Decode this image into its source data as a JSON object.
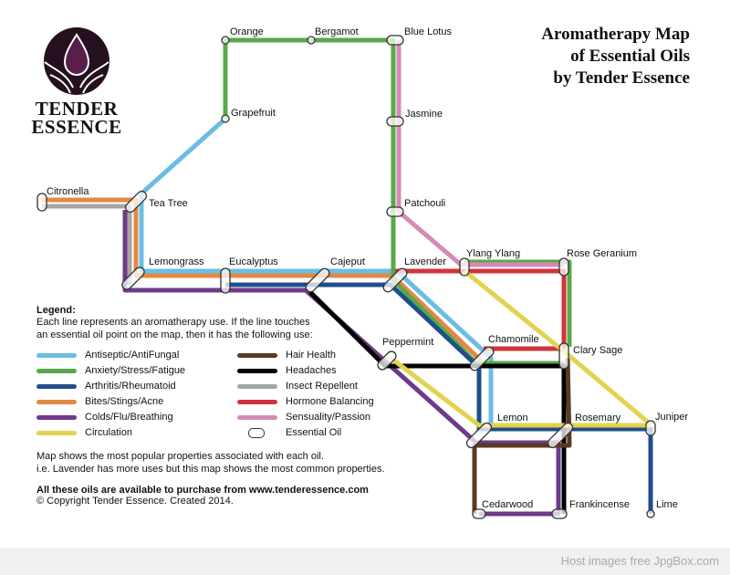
{
  "title": {
    "line1": "Aromatherapy Map",
    "line2": "of Essential Oils",
    "line3": "by Tender Essence"
  },
  "logo": {
    "line1": "TENDER",
    "line2": "ESSENCE"
  },
  "stations": {
    "orange": "Orange",
    "bergamot": "Bergamot",
    "blue_lotus": "Blue Lotus",
    "grapefruit": "Grapefruit",
    "jasmine": "Jasmine",
    "patchouli": "Patchouli",
    "citronella": "Citronella",
    "tea_tree": "Tea Tree",
    "lemongrass": "Lemongrass",
    "eucalyptus": "Eucalyptus",
    "cajeput": "Cajeput",
    "lavender": "Lavender",
    "ylang_ylang": "Ylang Ylang",
    "rose_geranium": "Rose Geranium",
    "chamomile": "Chamomile",
    "clary_sage": "Clary Sage",
    "peppermint": "Peppermint",
    "lemon": "Lemon",
    "rosemary": "Rosemary",
    "juniper": "Juniper",
    "cedarwood": "Cedarwood",
    "frankincense": "Frankincense",
    "lime": "Lime"
  },
  "legend": {
    "heading": "Legend:",
    "desc1": "Each line represents an aromatherapy use. If the line touches",
    "desc2": "an essential oil point on the map,  then it has the following use:",
    "items": [
      {
        "label": "Antiseptic/AntiFungal",
        "color": "#6bbde3"
      },
      {
        "label": "Hair Health",
        "color": "#5a3a22"
      },
      {
        "label": "Anxiety/Stress/Fatigue",
        "color": "#5aa84a"
      },
      {
        "label": "Headaches",
        "color": "#000000"
      },
      {
        "label": "Arthritis/Rheumatoid",
        "color": "#1f4f8a"
      },
      {
        "label": "Insect Repellent",
        "color": "#a5a5a5"
      },
      {
        "label": "Bites/Stings/Acne",
        "color": "#e08a45"
      },
      {
        "label": "Hormone Balancing",
        "color": "#d0343a"
      },
      {
        "label": "Colds/Flu/Breathing",
        "color": "#6e3a8a"
      },
      {
        "label": "Sensuality/Passion",
        "color": "#d58ab8"
      },
      {
        "label": "Circulation",
        "color": "#e3d24e"
      },
      {
        "label": "Essential Oil",
        "color": "#ffffff"
      }
    ],
    "note1": "Map shows the most popular properties associated with each oil.",
    "note2": "i.e. Lavender has more uses but this map shows the most common properties.",
    "buy": "All these oils are available to purchase from www.tenderessence.com",
    "copyright": "© Copyright Tender Essence. Created 2014."
  },
  "footer": "Host images free JpgBox.com"
}
